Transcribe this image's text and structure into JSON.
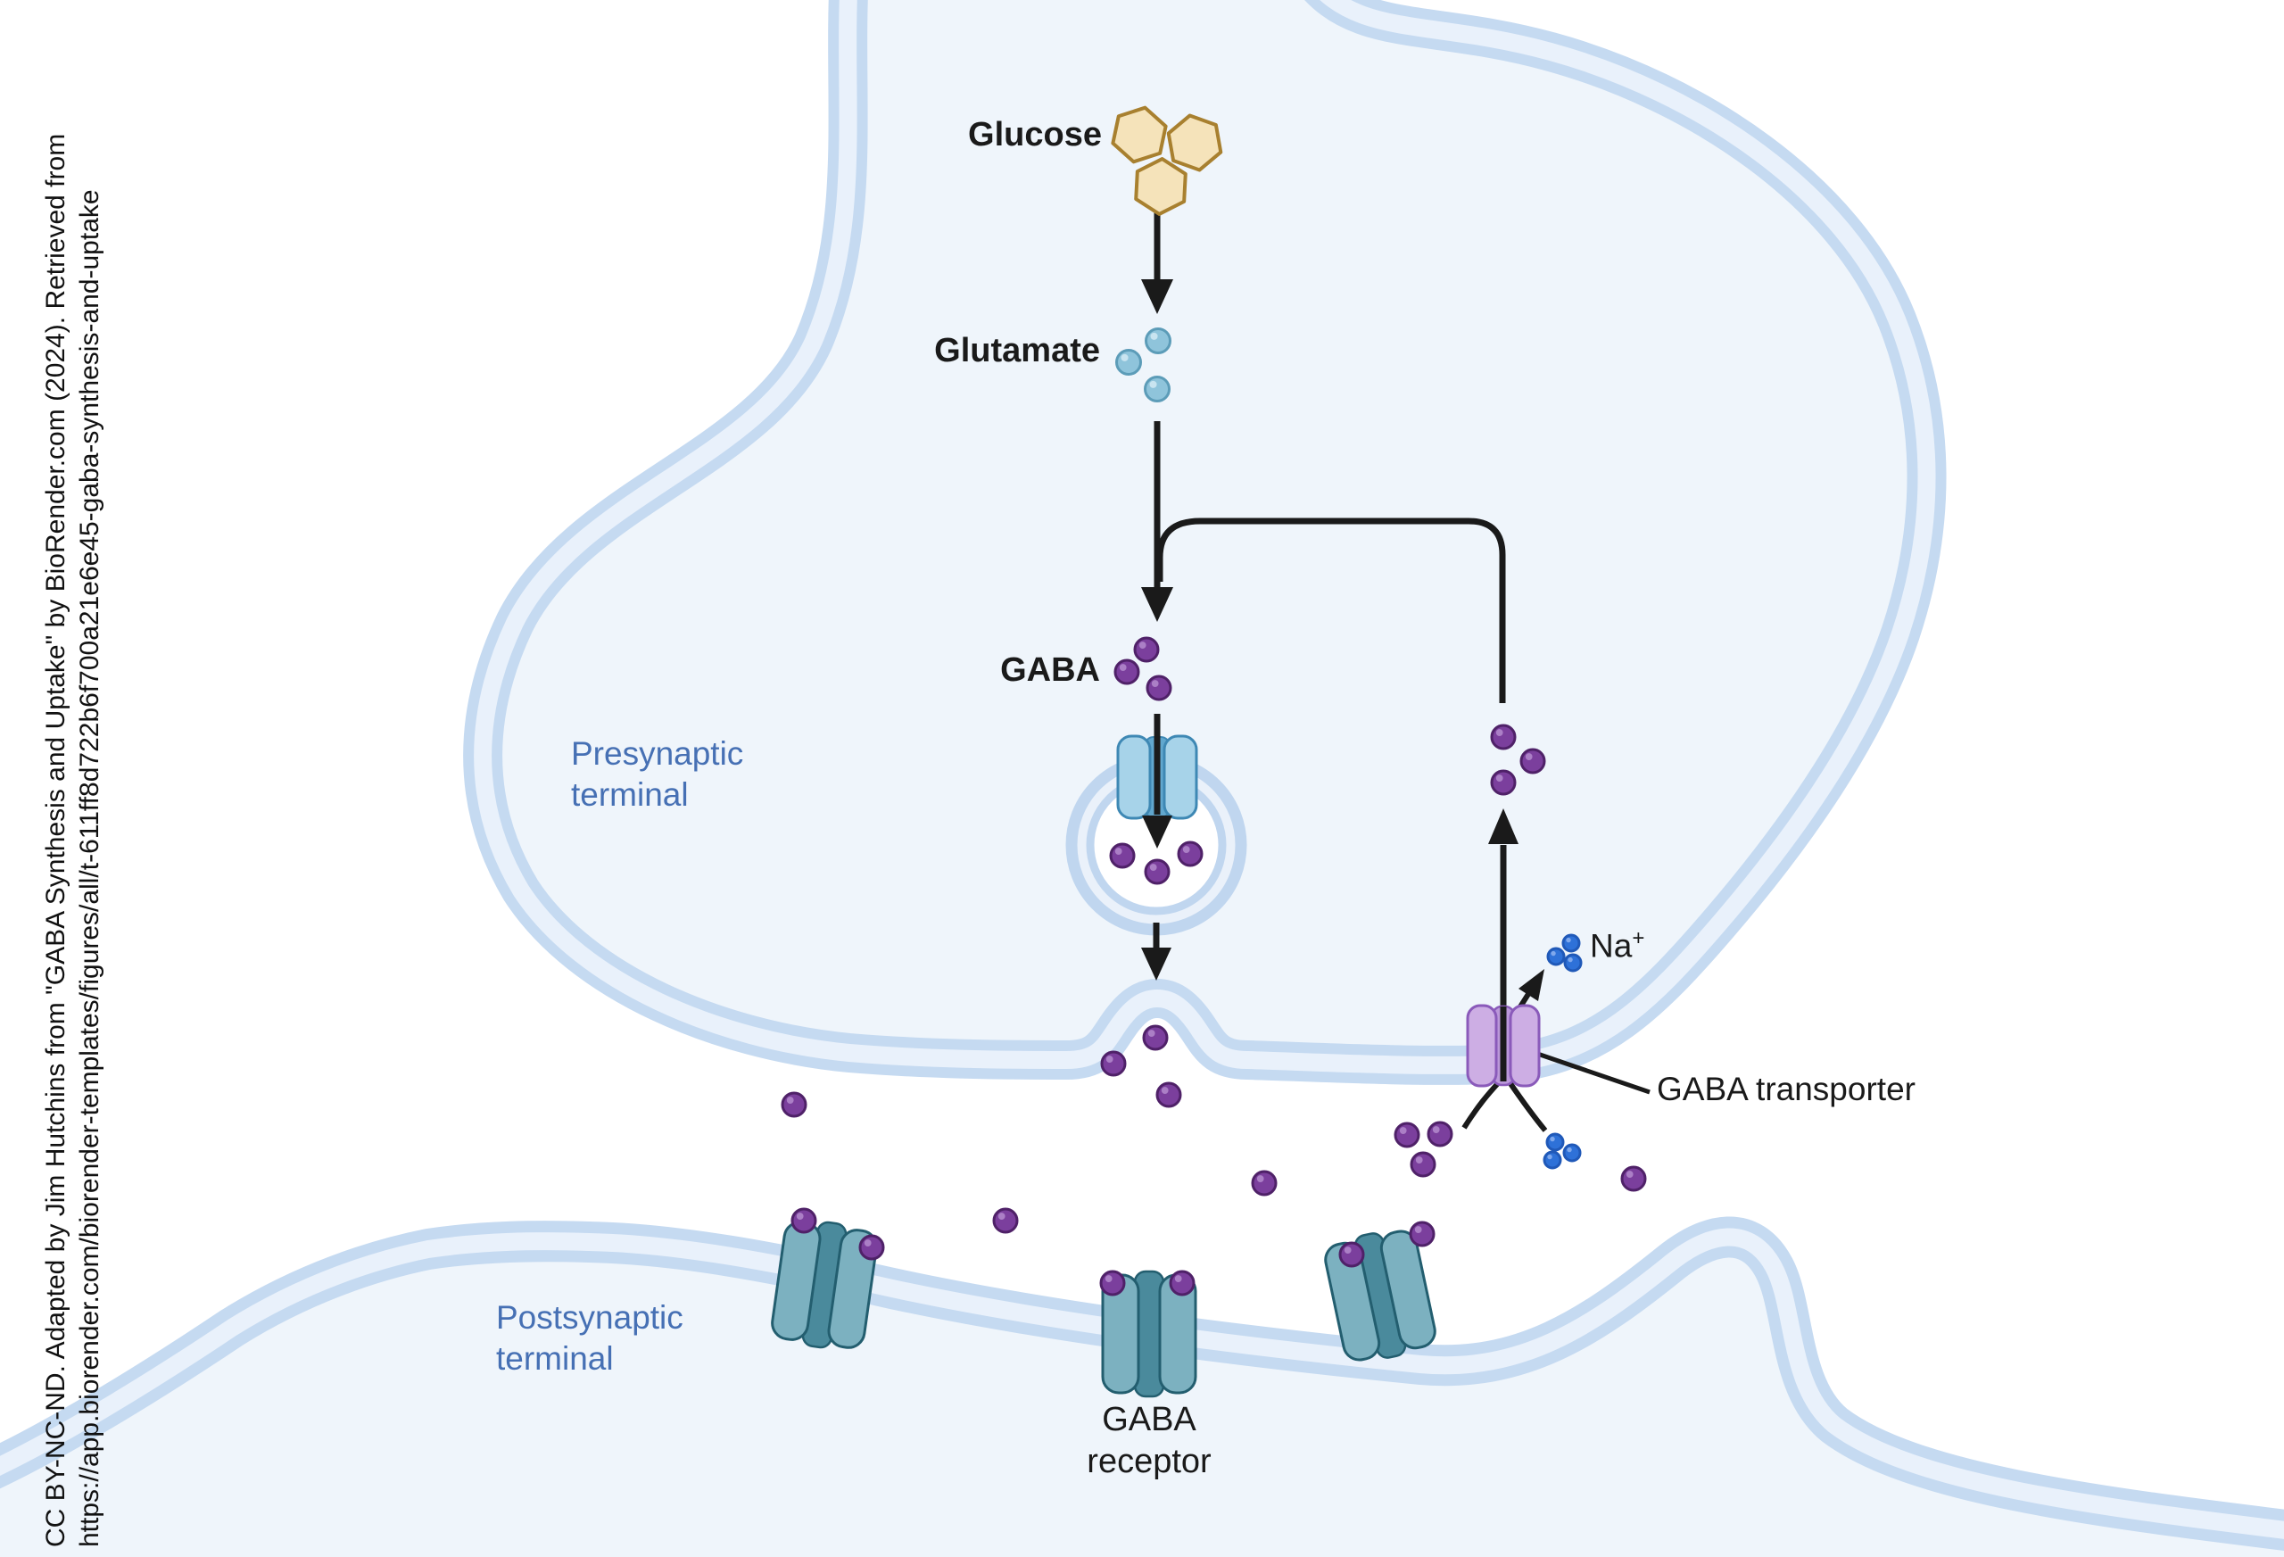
{
  "labels": {
    "glucose": "Glucose",
    "glutamate": "Glutamate",
    "gaba": "GABA",
    "presynaptic_line1": "Presynaptic",
    "presynaptic_line2": "terminal",
    "postsynaptic_line1": "Postsynaptic",
    "postsynaptic_line2": "terminal",
    "sodium": "Na",
    "sodium_superscript": "+",
    "gaba_transporter": "GABA transporter",
    "gaba_receptor_line1": "GABA",
    "gaba_receptor_line2": "receptor"
  },
  "attribution": {
    "line1": "CC BY-NC-ND. Adapted by Jim Hutchins from \"GABA Synthesis and Uptake\" by BioRender.com (2024). Retrieved from",
    "line2": "https://app.biorender.com/biorender-templates/figures/all/t-611ff8d722b6f700a21e6e45-gaba-synthesis-and-uptake"
  },
  "colors": {
    "cell_fill": "#EFF5FB",
    "membrane_outer": "#C5DAF1",
    "membrane_inner": "#E9F1FB",
    "terminal_label_blue": "#4670B4",
    "arrow_black": "#1A1A1A",
    "gaba_purple": "#7B3F9D",
    "glutamate_blue": "#8FC4DB",
    "sodium_blue": "#2E71D8",
    "glucose_tan": "#F5E3BA",
    "receptor_teal": "#7CB1C0",
    "transporter_lavender": "#CDAEE4",
    "vesicle_channel_blue": "#A7D3E9"
  }
}
